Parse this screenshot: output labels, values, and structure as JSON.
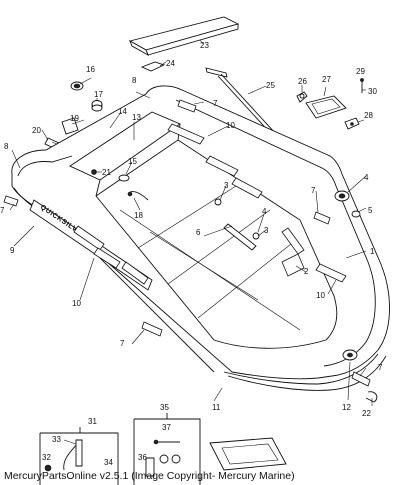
{
  "brand_on_tube": "QUICKSILVER",
  "callouts": [
    "1",
    "2",
    "3",
    "3",
    "4",
    "5",
    "6",
    "7",
    "7",
    "7",
    "7",
    "7",
    "8",
    "8",
    "9",
    "10",
    "10",
    "10",
    "10",
    "11",
    "12",
    "13",
    "14",
    "15",
    "16",
    "17",
    "18",
    "19",
    "20",
    "21",
    "22",
    "23",
    "24",
    "25",
    "26",
    "27",
    "28",
    "29",
    "30",
    "31",
    "32",
    "33",
    "34",
    "35",
    "36",
    "37"
  ],
  "footer": "MercuryPartsOnline v2.5.1 (Image Copyright- Mercury Marine)"
}
